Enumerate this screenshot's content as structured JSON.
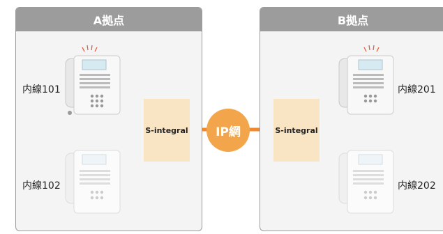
{
  "site_a": {
    "title": "A拠点",
    "ext1": "内線101",
    "ext2": "内線102"
  },
  "site_b": {
    "title": "B拠点",
    "ext1": "内線201",
    "ext2": "内線202"
  },
  "gateway_label": "S-integral",
  "network_label": "IP網",
  "colors": {
    "header": "#9c9c9c",
    "panel_bg": "#f4f4f4",
    "line": "#f08a2c",
    "gateway_bg": "#f9e4c4",
    "network": "#f2a54a",
    "ringing": "#e06040"
  }
}
